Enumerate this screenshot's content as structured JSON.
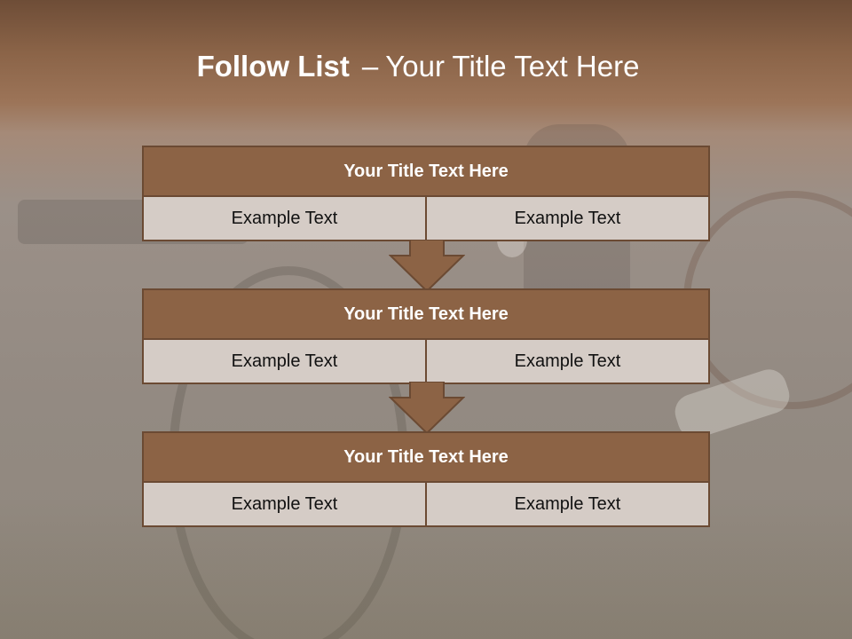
{
  "slide": {
    "title_bold": "Follow List",
    "title_dash": "–",
    "title_rest": "Your Title Text Here"
  },
  "steps": [
    {
      "title": "Your Title Text Here",
      "left": "Example Text",
      "right": "Example Text"
    },
    {
      "title": "Your Title Text Here",
      "left": "Example Text",
      "right": "Example Text"
    },
    {
      "title": "Your Title Text Here",
      "left": "Example Text",
      "right": "Example Text"
    }
  ],
  "colors": {
    "header_fill": "#8c6345",
    "border": "#6b4a33",
    "cell_fill": "#d5ccc6",
    "arrow_fill": "#8c6345"
  },
  "icons": {
    "connector": "down-arrow-icon"
  }
}
